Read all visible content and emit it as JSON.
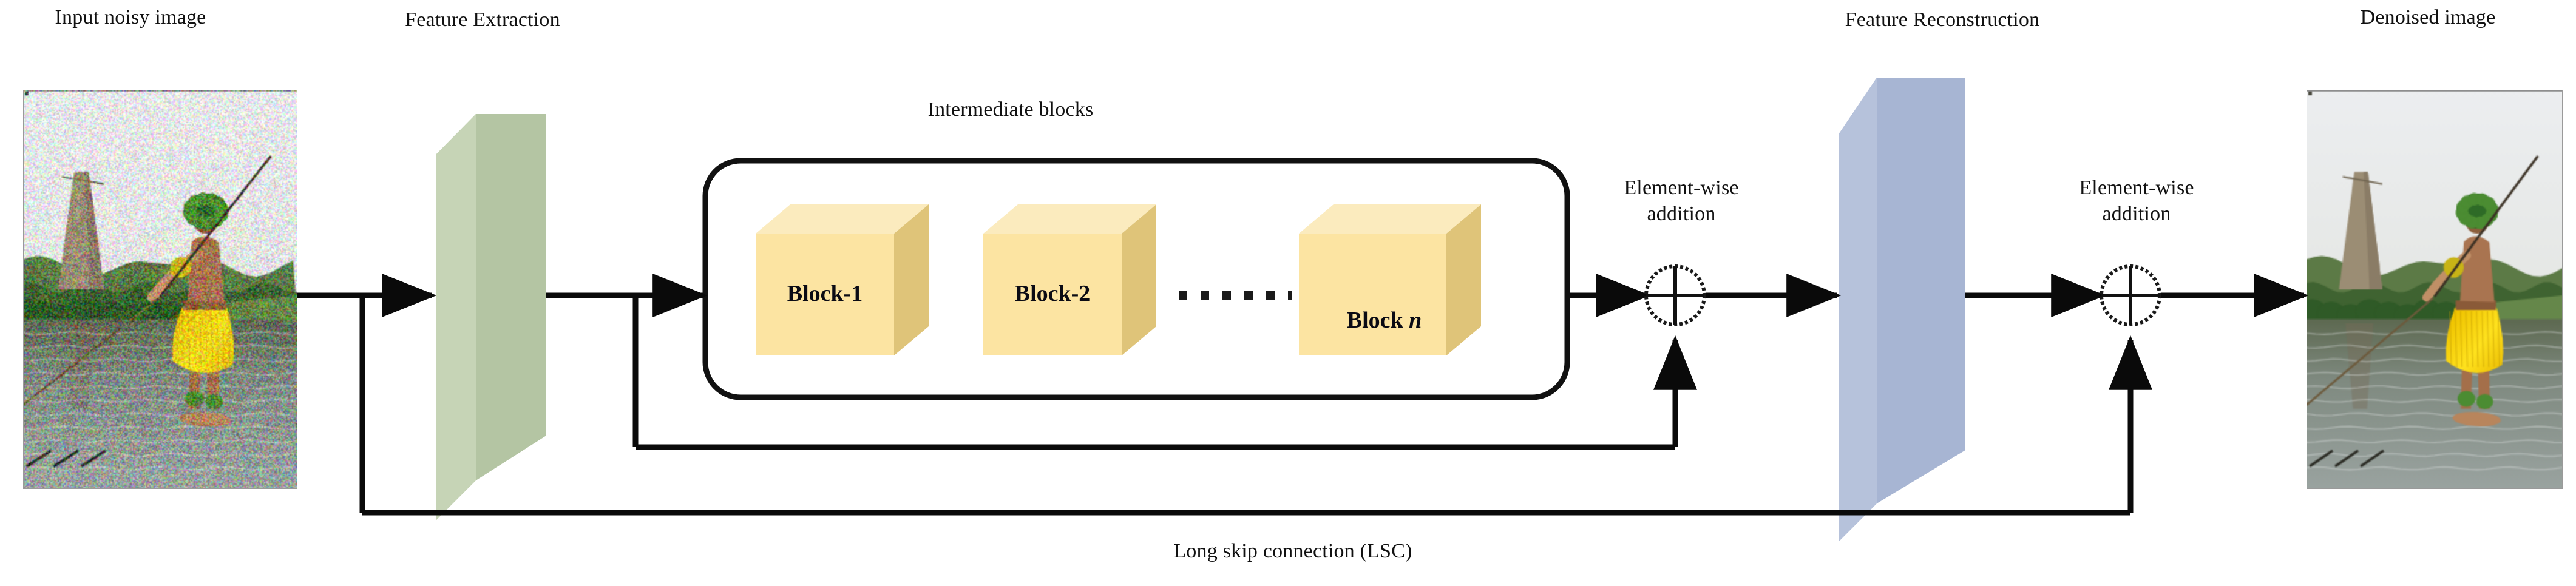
{
  "figure": {
    "kind": "neural-network-architecture-diagram",
    "title_left": "Input noisy image",
    "title_right": "Denoised image",
    "labels": {
      "input_noisy_image": "Input noisy image",
      "feature_extraction": "Feature Extraction",
      "intermediate_blocks": "Intermediate blocks",
      "feature_reconstruction": "Feature Reconstruction",
      "elementwise_addition_1_line1": "Element-wise",
      "elementwise_addition_1_line2": "addition",
      "elementwise_addition_2_line1": "Element-wise",
      "elementwise_addition_2_line2": "addition",
      "denoised_image": "Denoised image",
      "long_skip_connection": "Long skip connection (LSC)"
    },
    "blocks": [
      {
        "label": "Block-1",
        "italic_tail": ""
      },
      {
        "label": "Block-2",
        "italic_tail": ""
      },
      {
        "label": "Block ",
        "italic_tail": "n"
      }
    ],
    "block_separator": "dotted-ellipsis",
    "adders": [
      {
        "name": "elementwise-addition-1",
        "symbol": "circled-plus"
      },
      {
        "name": "elementwise-addition-2",
        "symbol": "circled-plus"
      }
    ],
    "colors": {
      "feature_extraction_front": "#b6c7a5",
      "feature_extraction_side": "#c2d2b2",
      "feature_extraction_top": "#cfdcc2",
      "feature_reconstruction_front": "#a8b6d4",
      "feature_reconstruction_side": "#b7c3dc",
      "feature_reconstruction_top": "#c3cde2",
      "block_front": "#fce4a2",
      "block_side": "#dfc479",
      "block_top": "#fbebbe",
      "wire": "#0a0a0a",
      "container_border": "#111111",
      "background": "#ffffff"
    },
    "photos": {
      "noisy": {
        "alt": "Noisy photo of a person in a yellow grass skirt spear-fishing in a river",
        "noise": true
      },
      "denoised": {
        "alt": "Clean photo of a person in a yellow grass skirt spear-fishing in a river",
        "noise": false
      }
    }
  }
}
